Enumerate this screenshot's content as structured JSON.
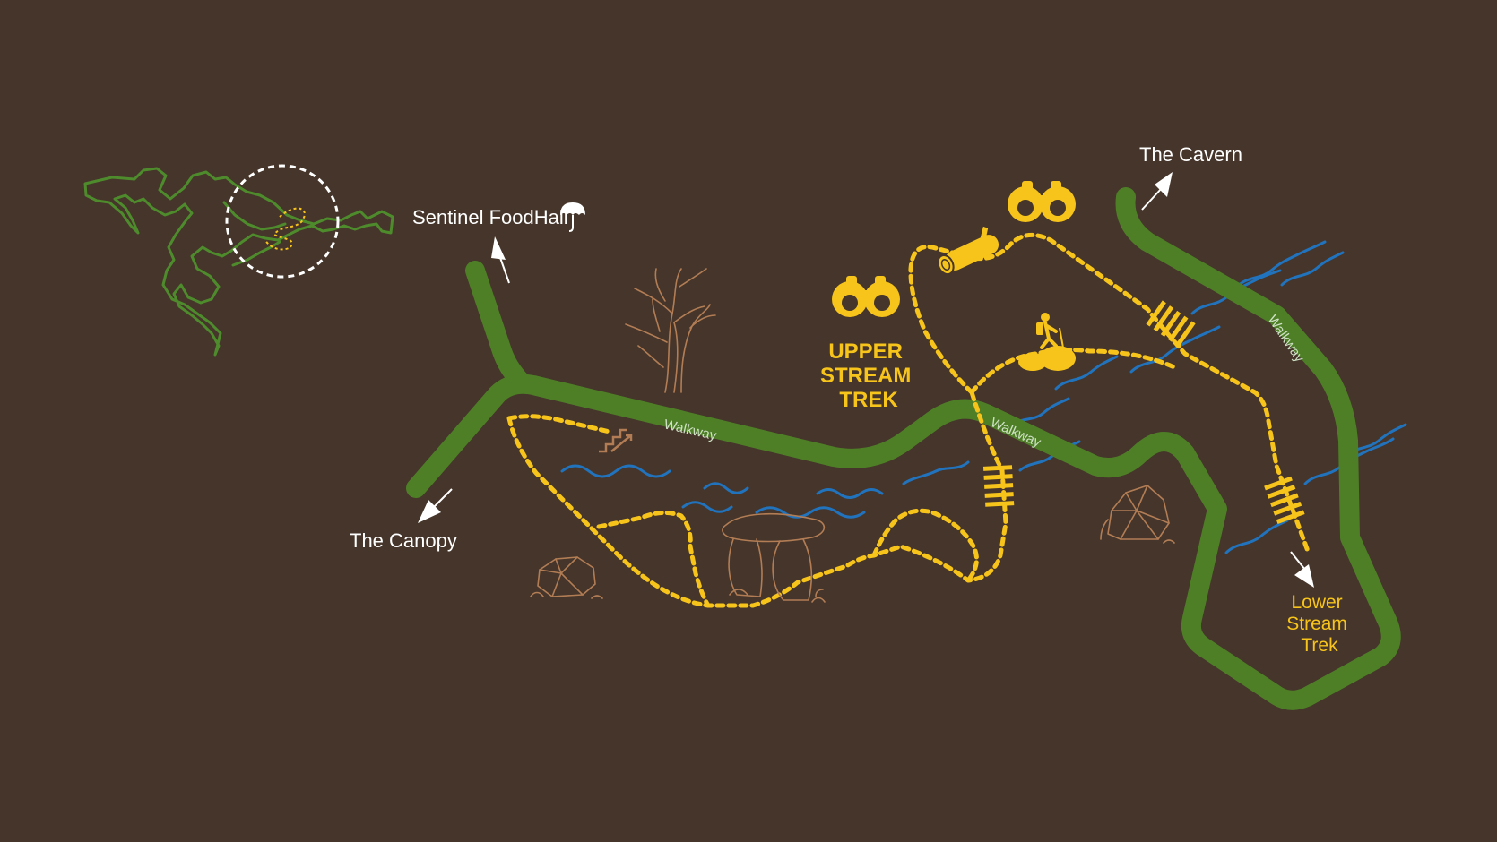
{
  "colors": {
    "background": "#45352a",
    "walkway": "#4e7f27",
    "trail": "#f7c41b",
    "stream": "#2173bd",
    "label_white": "#ffffff",
    "line_art": "#b27d55"
  },
  "labels": {
    "sentinel_foodhall": "Sentinel FoodHall",
    "the_canopy": "The Canopy",
    "the_cavern": "The Cavern",
    "upper_trek": [
      "UPPER",
      "STREAM",
      "TREK"
    ],
    "lower_trek": [
      "Lower",
      "Stream",
      "Trek"
    ],
    "walkway": "Walkway"
  },
  "icons": [
    "inset-locator-map",
    "umbrella-icon",
    "binoculars-icon",
    "log-icon",
    "hiker-icon",
    "stairs-icon",
    "dead-tree-icon",
    "boulder-icon",
    "dolmen-icon",
    "footbridge-icon",
    "direction-arrow-icon"
  ]
}
